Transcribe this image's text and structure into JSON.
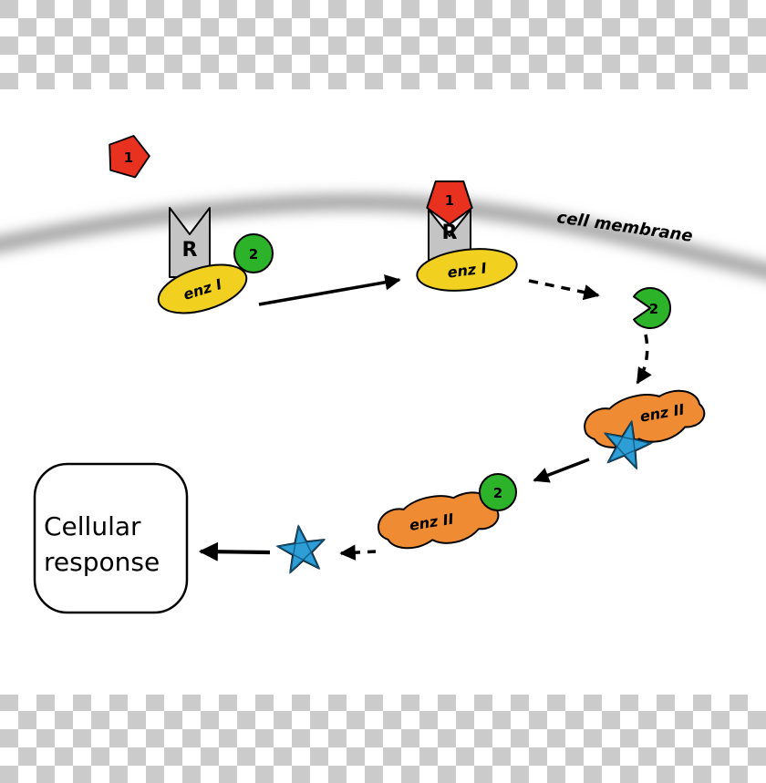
{
  "figure": {
    "membrane_label": "cell membrane",
    "response_line1": "Cellular",
    "response_line2": "response"
  },
  "labels": {
    "ligand": "1",
    "receptor": "R",
    "messenger": "2",
    "enzyme_one": "enz I",
    "enzyme_two": "enz II"
  },
  "colors": {
    "ligand_red": "#e9311f",
    "receptor_gray": "#c4c4c4",
    "messenger_green": "#2db32a",
    "enzyme_one_yellow": "#f2d020",
    "enzyme_two_orange": "#ef8c33",
    "product_blue": "#2d9fd6",
    "pentagram_blue": "#135a82",
    "membrane_gray": "#999999",
    "background_white": "#ffffff",
    "checker_gray": "#cbcbcb",
    "arrow_black": "#000000"
  }
}
